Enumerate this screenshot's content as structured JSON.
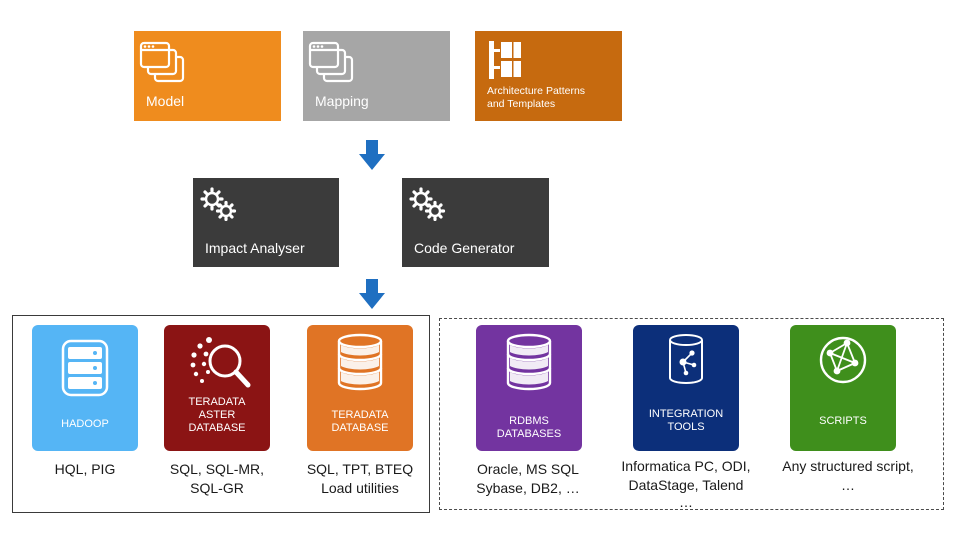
{
  "top_row": {
    "model": {
      "label": "Model",
      "color": "#ef8c1e",
      "icon": "windows-stack-icon"
    },
    "mapping": {
      "label": "Mapping",
      "color": "#a6a6a6",
      "icon": "windows-stack-icon"
    },
    "patterns": {
      "label_line1": "Architecture Patterns",
      "label_line2": "and Templates",
      "color": "#c66a0f",
      "icon": "layout-blocks-icon"
    }
  },
  "middle_row": {
    "impact": {
      "label": "Impact Analyser",
      "color": "#3b3b3b",
      "icon": "gears-icon"
    },
    "codegen": {
      "label": "Code Generator",
      "color": "#3b3b3b",
      "icon": "gears-icon"
    }
  },
  "arrow_color": "#1f6fc1",
  "targets_left": [
    {
      "name_lines": [
        "HADOOP"
      ],
      "color": "#55b5f5",
      "icon": "server-icon",
      "caption_lines": [
        "HQL, PIG"
      ]
    },
    {
      "name_lines": [
        "TERADATA",
        "ASTER",
        "DATABASE"
      ],
      "color": "#8b1414",
      "icon": "magnifier-dots-icon",
      "caption_lines": [
        "SQL, SQL-MR,",
        "SQL-GR"
      ]
    },
    {
      "name_lines": [
        "TERADATA",
        "DATABASE"
      ],
      "color": "#e07425",
      "icon": "database-icon",
      "caption_lines": [
        "SQL, TPT, BTEQ",
        "Load utilities"
      ]
    }
  ],
  "targets_right": [
    {
      "name_lines": [
        "RDBMS",
        "DATABASES"
      ],
      "color": "#7334a0",
      "icon": "database-icon",
      "caption_lines": [
        "Oracle, MS SQL",
        "Sybase, DB2, …"
      ]
    },
    {
      "name_lines": [
        "INTEGRATION",
        "TOOLS"
      ],
      "color": "#0c2f7a",
      "icon": "network-cylinder-icon",
      "caption_lines": [
        "Informatica PC, ODI,",
        "DataStage, Talend",
        "…"
      ]
    },
    {
      "name_lines": [
        "SCRIPTS"
      ],
      "color": "#3f8f1c",
      "icon": "globe-network-icon",
      "caption_lines": [
        "Any structured script,",
        "…"
      ]
    }
  ]
}
